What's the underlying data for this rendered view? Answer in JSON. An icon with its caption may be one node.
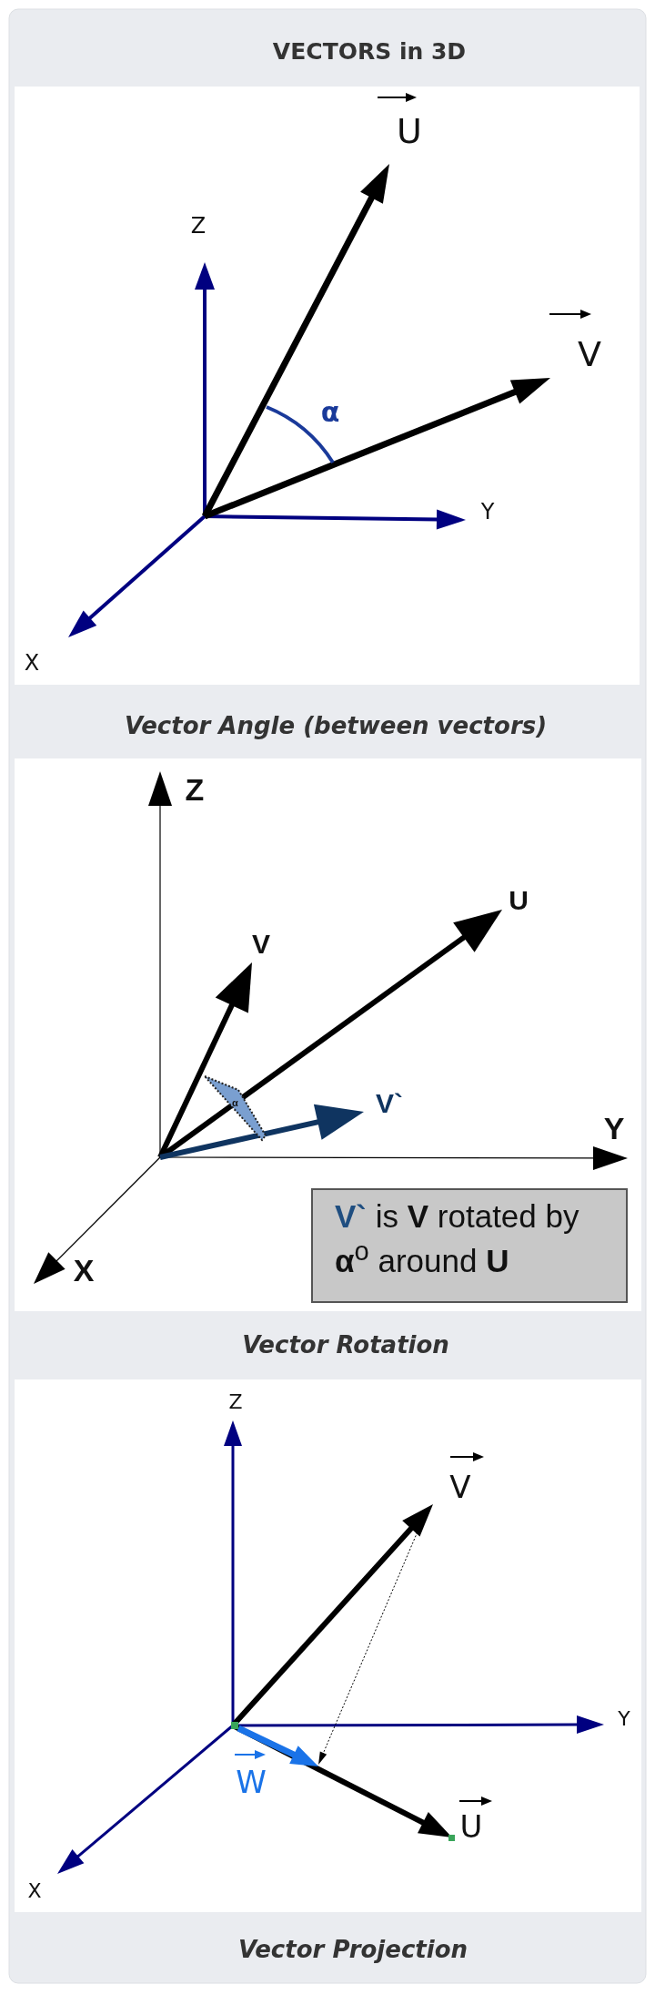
{
  "diagram": {
    "title": "VECTORS in 3D",
    "nodes": [
      {
        "text": [
          "α"
        ]
      },
      {
        "text": [
          "**V`** is **V** rotated by **α**$^{o}$ around **U**"
        ]
      }
    ],
    "labels": [
      "U",
      "Z",
      "V",
      "α",
      "Y",
      "X",
      "Vector Angle (between vectors)",
      "Z",
      "U",
      "V",
      "V`",
      "Y",
      "X",
      "Vector Rotation",
      "Z",
      "V",
      "Y",
      "W",
      "U",
      "X",
      "Vector Projection"
    ]
  }
}
